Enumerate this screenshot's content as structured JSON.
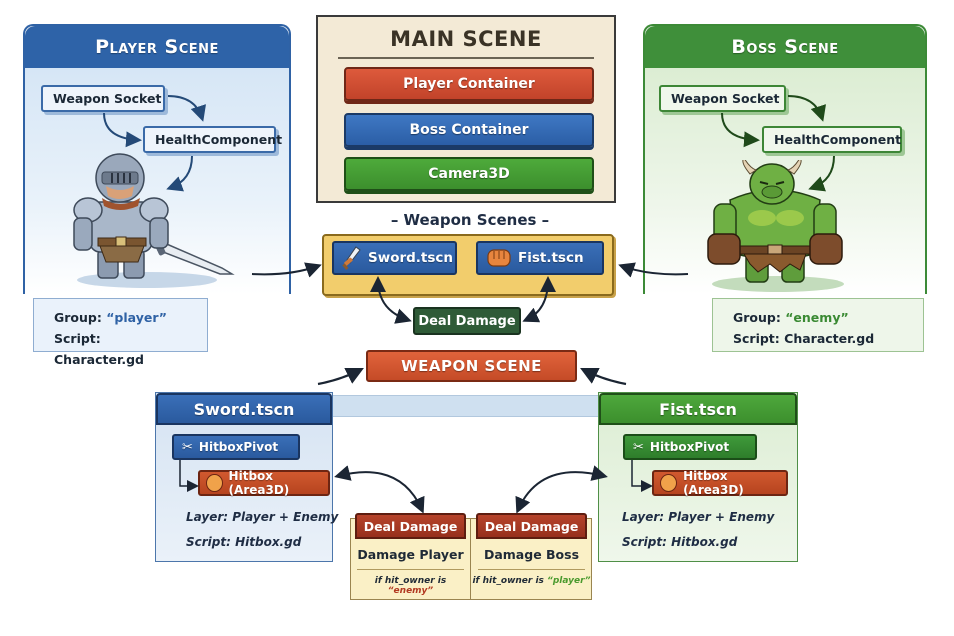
{
  "player_scene": {
    "title": "Player Scene",
    "nodes": [
      "Weapon Socket",
      "HealthComponent"
    ],
    "character": "knight",
    "info": {
      "group_label": "Group:",
      "group_value": "“player”",
      "script_label": "Script:",
      "script_value": "Character.gd"
    }
  },
  "main_scene": {
    "title": "MAIN SCENE",
    "items": [
      "Player Container",
      "Boss Container",
      "Camera3D"
    ]
  },
  "boss_scene": {
    "title": "Boss Scene",
    "nodes": [
      "Weapon Socket",
      "HealthComponent"
    ],
    "character": "orc",
    "info": {
      "group_label": "Group:",
      "group_value": "“enemy”",
      "script_label": "Script:",
      "script_value": "Character.gd"
    }
  },
  "weapon_scenes": {
    "label": "– Weapon Scenes –",
    "tabs": [
      {
        "label": "Sword.tscn",
        "icon": "sword-icon"
      },
      {
        "label": "Fist.tscn",
        "icon": "fist-icon"
      }
    ],
    "deal_damage": "Deal Damage"
  },
  "weapon_scene": {
    "banner": "WEAPON SCENE",
    "sword": {
      "title": "Sword.tscn",
      "pivot": "HitboxPivot",
      "hitbox": "Hitbox (Area3D)",
      "layer": "Layer: Player + Enemy",
      "script": "Script: Hitbox.gd"
    },
    "fist": {
      "title": "Fist.tscn",
      "pivot": "HitboxPivot",
      "hitbox": "Hitbox (Area3D)",
      "layer": "Layer: Player + Enemy",
      "script": "Script: Hitbox.gd"
    }
  },
  "damage_table": {
    "columns": [
      {
        "header": "Deal Damage",
        "title": "Damage Player",
        "cond_prefix": "if hit_owner is ",
        "cond_value": "“enemy”"
      },
      {
        "header": "Deal Damage",
        "title": "Damage Boss",
        "cond_prefix": "if hit_owner is ",
        "cond_value": "“player”"
      }
    ]
  },
  "colors": {
    "player_blue": "#2e63a8",
    "boss_green": "#3f8f3a",
    "main_bg": "#f3ead6",
    "accent_orange": "#c54b27",
    "tray_yellow": "#f2cd6c"
  }
}
